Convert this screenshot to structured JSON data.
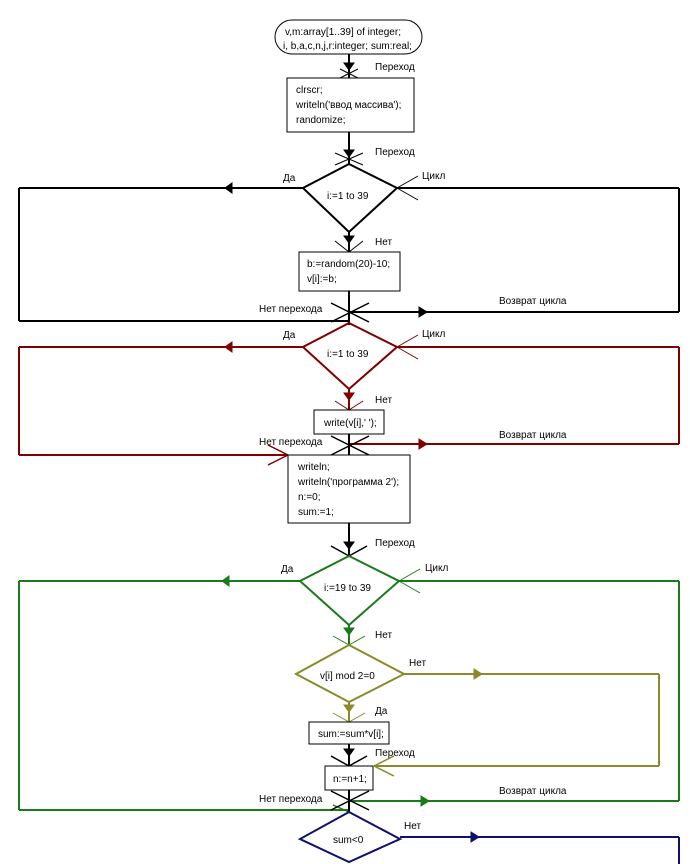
{
  "colors": {
    "black": "#000000",
    "maroon": "#800000",
    "green": "#1b7a1b",
    "olive": "#8a8a2a",
    "navy": "#10106e"
  },
  "start": {
    "lines": [
      "v,m:array[1..39] of integer;",
      "i, b,a,c,n,j,r:integer; sum:real;"
    ]
  },
  "block_init": {
    "lines": [
      "clrscr;",
      "writeln('ввод массива');",
      "randomize;"
    ]
  },
  "loop1": {
    "condition": "i:=1 to 39",
    "body": [
      "b:=random(20)-10;",
      "v[i]:=b;"
    ]
  },
  "loop2": {
    "condition": "i:=1 to 39",
    "body": [
      "write(v[i],' ');"
    ]
  },
  "block_prog2": {
    "lines": [
      "writeln;",
      "writeln('программа 2');",
      "n:=0;",
      "sum:=1;"
    ]
  },
  "loop3": {
    "condition": "i:=19 to 39",
    "if_condition": "v[i] mod 2=0",
    "if_body": [
      "sum:=sum*v[i];"
    ],
    "after_if": [
      "n:=n+1;"
    ]
  },
  "final_condition": "sum<0",
  "labels": {
    "transition": "Переход",
    "yes": "Да",
    "no": "Нет",
    "cycle": "Цикл",
    "cycle_return": "Возврат цикла",
    "no_transition": "Нет перехода"
  }
}
